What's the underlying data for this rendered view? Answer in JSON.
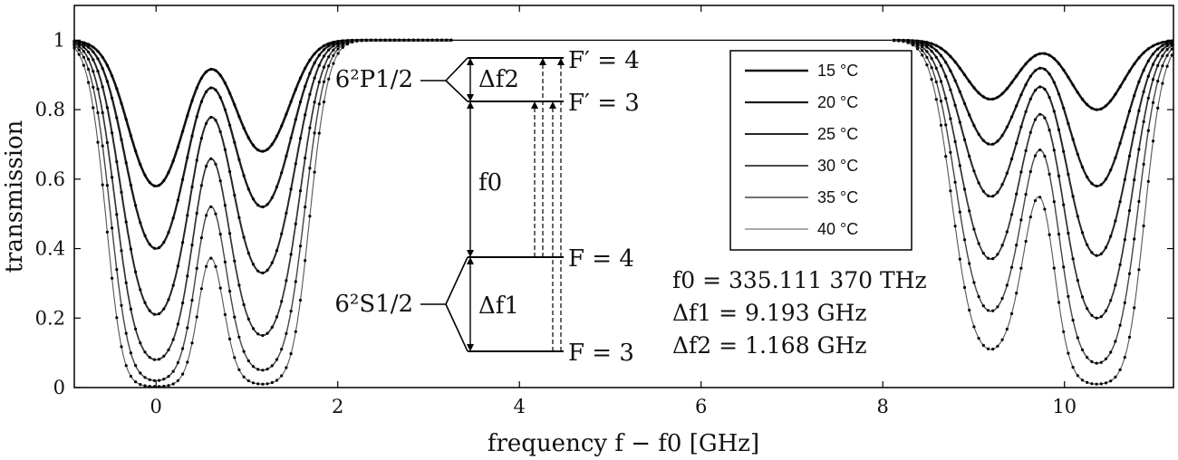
{
  "chart_data": {
    "type": "line",
    "xlabel": "frequency f − f0 [GHz]",
    "ylabel": "transmission",
    "xlim": [
      -0.9,
      11.2
    ],
    "ylim": [
      0,
      1.1
    ],
    "x_ticks": [
      {
        "value": 0,
        "label": "0"
      },
      {
        "value": 2,
        "label": "2"
      },
      {
        "value": 4,
        "label": "4"
      },
      {
        "value": 6,
        "label": "6"
      },
      {
        "value": 8,
        "label": "8"
      },
      {
        "value": 10,
        "label": "10"
      }
    ],
    "y_ticks": [
      {
        "value": 0,
        "label": "0"
      },
      {
        "value": 0.2,
        "label": "0.2"
      },
      {
        "value": 0.4,
        "label": "0.4"
      },
      {
        "value": 0.6,
        "label": "0.6"
      },
      {
        "value": 0.8,
        "label": "0.8"
      },
      {
        "value": 1,
        "label": "1"
      }
    ],
    "dip_centers_ghz": [
      0.0,
      1.17,
      9.19,
      10.36
    ],
    "series": [
      {
        "name": "15 °C",
        "min_transmission": [
          0.58,
          0.68,
          0.83,
          0.8
        ]
      },
      {
        "name": "20 °C",
        "min_transmission": [
          0.4,
          0.52,
          0.7,
          0.58
        ]
      },
      {
        "name": "25 °C",
        "min_transmission": [
          0.21,
          0.33,
          0.55,
          0.38
        ]
      },
      {
        "name": "30 °C",
        "min_transmission": [
          0.08,
          0.15,
          0.37,
          0.2
        ]
      },
      {
        "name": "35 °C",
        "min_transmission": [
          0.02,
          0.05,
          0.22,
          0.07
        ]
      },
      {
        "name": "40 °C",
        "min_transmission": [
          0.0,
          0.01,
          0.11,
          0.01
        ]
      }
    ],
    "legend_position": "top-right",
    "grid": false,
    "inset": {
      "upper_state": "6²P1/2",
      "lower_state": "6²S1/2",
      "upper_levels": [
        "F′ = 4",
        "F′ = 3"
      ],
      "lower_levels": [
        "F = 4",
        "F = 3"
      ],
      "upper_splitting_label": "Δf2",
      "lower_splitting_label": "Δf1",
      "transition_label": "f0"
    },
    "annotations": [
      "f0 = 335.111 370 THz",
      "Δf1 = 9.193 GHz",
      "Δf2 = 1.168 GHz"
    ]
  }
}
